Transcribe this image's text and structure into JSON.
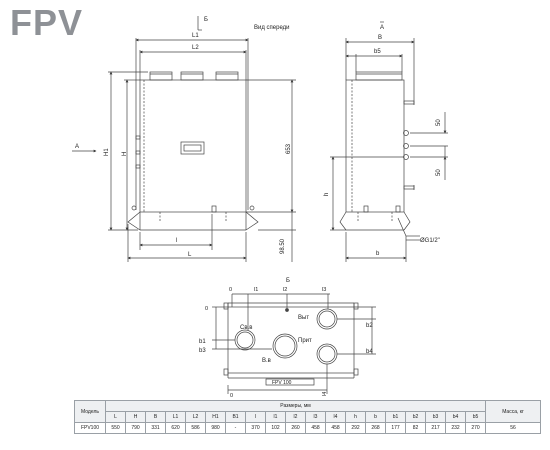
{
  "title": "FPV",
  "views": {
    "front_view_label": "Вид спереди",
    "section_a": "А",
    "section_b": "Б",
    "arrow_a": "А"
  },
  "dimensions": {
    "L1": "L1",
    "L2": "L2",
    "l": "l",
    "L": "L",
    "H1": "H1",
    "H": "H",
    "d653": "653",
    "d98_50": "98.50",
    "B": "B",
    "b5": "b5",
    "d50a": "50",
    "d50b": "50",
    "h": "h",
    "b": "b",
    "g12": "ØG1/2\""
  },
  "plan": {
    "zero_top": "0",
    "l1": "l1",
    "l2": "l2",
    "l3": "l3",
    "zero_left": "0",
    "sa_v": "Св.в",
    "vyt": "Выт",
    "prit": "Прит",
    "v_v": "В.в",
    "b1": "b1",
    "b3": "b3",
    "b2": "b2",
    "b4": "b4",
    "nameplate": "FPV 100",
    "zero_bottom": "0",
    "l4": "l4"
  },
  "table": {
    "model_header": "Модель",
    "dims_header": "Размеры, мм",
    "mass_header": "Масса, кг",
    "columns": [
      "L",
      "H",
      "B",
      "L1",
      "L2",
      "H1",
      "B1",
      "l",
      "l1",
      "l2",
      "l3",
      "l4",
      "h",
      "b",
      "b1",
      "b2",
      "b3",
      "b4",
      "b5"
    ],
    "row": {
      "model": "FPV100",
      "values": [
        "550",
        "790",
        "331",
        "620",
        "586",
        "980",
        "-",
        "370",
        "102",
        "260",
        "458",
        "458",
        "292",
        "268",
        "177",
        "82",
        "217",
        "232",
        "270"
      ],
      "mass": "56"
    }
  }
}
